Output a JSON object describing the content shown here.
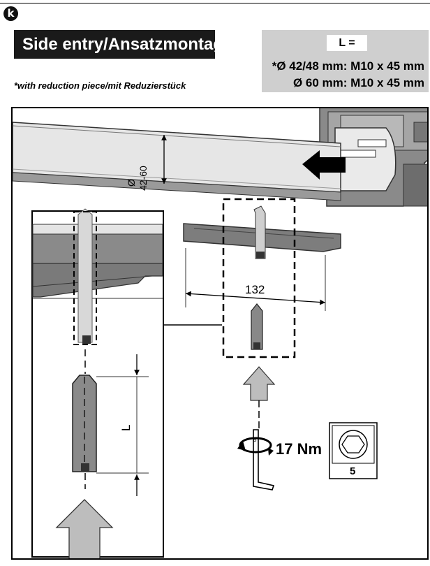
{
  "step": {
    "letter": "k"
  },
  "title": "Side entry/Ansatzmontage",
  "length_box": {
    "header": "L =",
    "specs": [
      "*Ø 42/48 mm: M10 x 45 mm",
      "Ø 60 mm: M10 x 45 mm"
    ]
  },
  "note": "*with reduction piece/mit Reduzierstück",
  "diagram": {
    "diameter_label": "Ø",
    "diameter_range": "42-60",
    "distance_label": "132",
    "length_label": "L",
    "torque_label": "17 Nm",
    "hex_size": "5",
    "key_mark": "5"
  }
}
